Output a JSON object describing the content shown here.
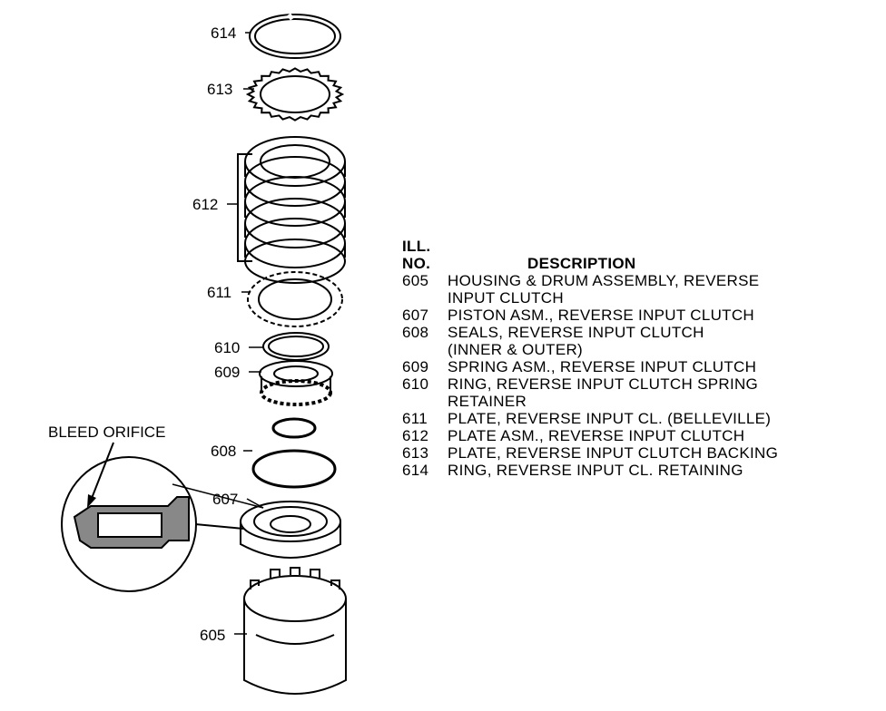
{
  "callouts": {
    "c614": "614",
    "c613": "613",
    "c612": "612",
    "c611": "611",
    "c610": "610",
    "c609": "609",
    "c608": "608",
    "c607": "607",
    "c605": "605",
    "bleed": "BLEED ORIFICE"
  },
  "legend": {
    "header_ill": "ILL.",
    "header_no": "NO.",
    "header_desc": "DESCRIPTION",
    "items": [
      {
        "num": "605",
        "lines": [
          "HOUSING & DRUM ASSEMBLY, REVERSE",
          "INPUT CLUTCH"
        ]
      },
      {
        "num": "607",
        "lines": [
          "PISTON ASM., REVERSE INPUT CLUTCH"
        ]
      },
      {
        "num": "608",
        "lines": [
          "SEALS, REVERSE INPUT CLUTCH",
          "(INNER & OUTER)"
        ]
      },
      {
        "num": "609",
        "lines": [
          "SPRING ASM., REVERSE INPUT CLUTCH"
        ]
      },
      {
        "num": "610",
        "lines": [
          "RING, REVERSE INPUT CLUTCH SPRING",
          "RETAINER"
        ]
      },
      {
        "num": "611",
        "lines": [
          "PLATE, REVERSE INPUT CL. (BELLEVILLE)"
        ]
      },
      {
        "num": "612",
        "lines": [
          "PLATE ASM., REVERSE INPUT CLUTCH"
        ]
      },
      {
        "num": "613",
        "lines": [
          "PLATE, REVERSE INPUT CLUTCH BACKING"
        ]
      },
      {
        "num": "614",
        "lines": [
          "RING, REVERSE INPUT CL. RETAINING"
        ]
      }
    ]
  }
}
